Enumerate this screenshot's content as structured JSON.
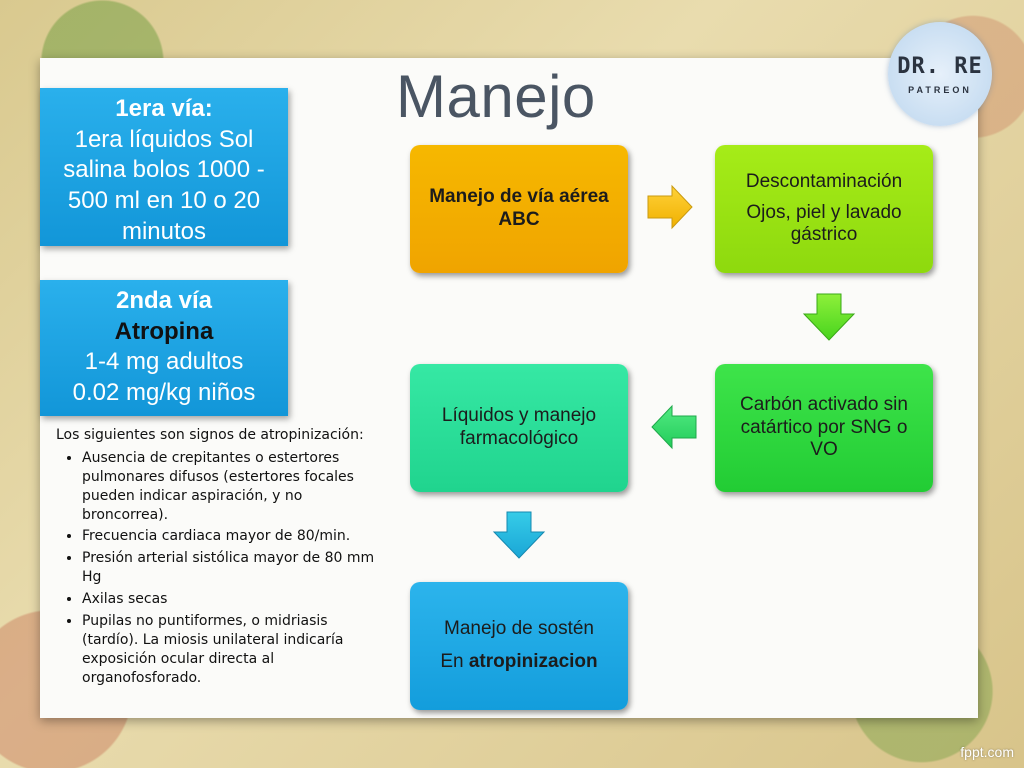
{
  "title": "Manejo",
  "logo": {
    "main": "DR. RE",
    "sub": "PATREON"
  },
  "first_line": {
    "heading": "1era vía:",
    "body": "1era líquidos Sol salina bolos 1000 - 500 ml en 10 o 20 minutos"
  },
  "second_line": {
    "heading": "2nda vía",
    "drug": "Atropina",
    "adult": "1-4 mg adultos",
    "child": "0.02 mg/kg niños"
  },
  "flow": {
    "airway": "Manejo de vía aérea ABC",
    "decon_title": "Descontaminación",
    "decon_body": "Ojos, piel y lavado gástrico",
    "charcoal": "Carbón activado sin catártico por SNG o VO",
    "fluids": "Líquidos y manejo farmacológico",
    "support_line1": "Manejo de sostén",
    "support_prefix": "En",
    "support_bold": "atropinizacion"
  },
  "signs": {
    "heading": "Los siguientes son signos de atropinización:",
    "items": [
      "Ausencia de crepitantes o estertores pulmonares difusos (estertores focales pueden indicar aspiración, y no broncorrea).",
      "Frecuencia cardiaca mayor de 80/min.",
      "Presión arterial sistólica mayor de 80 mm Hg",
      "Axilas secas",
      "Pupilas no puntiformes, o midriasis (tardío). La miosis unilateral indicaría exposición ocular directa al organofosforado."
    ]
  },
  "watermark": "fppt.com"
}
